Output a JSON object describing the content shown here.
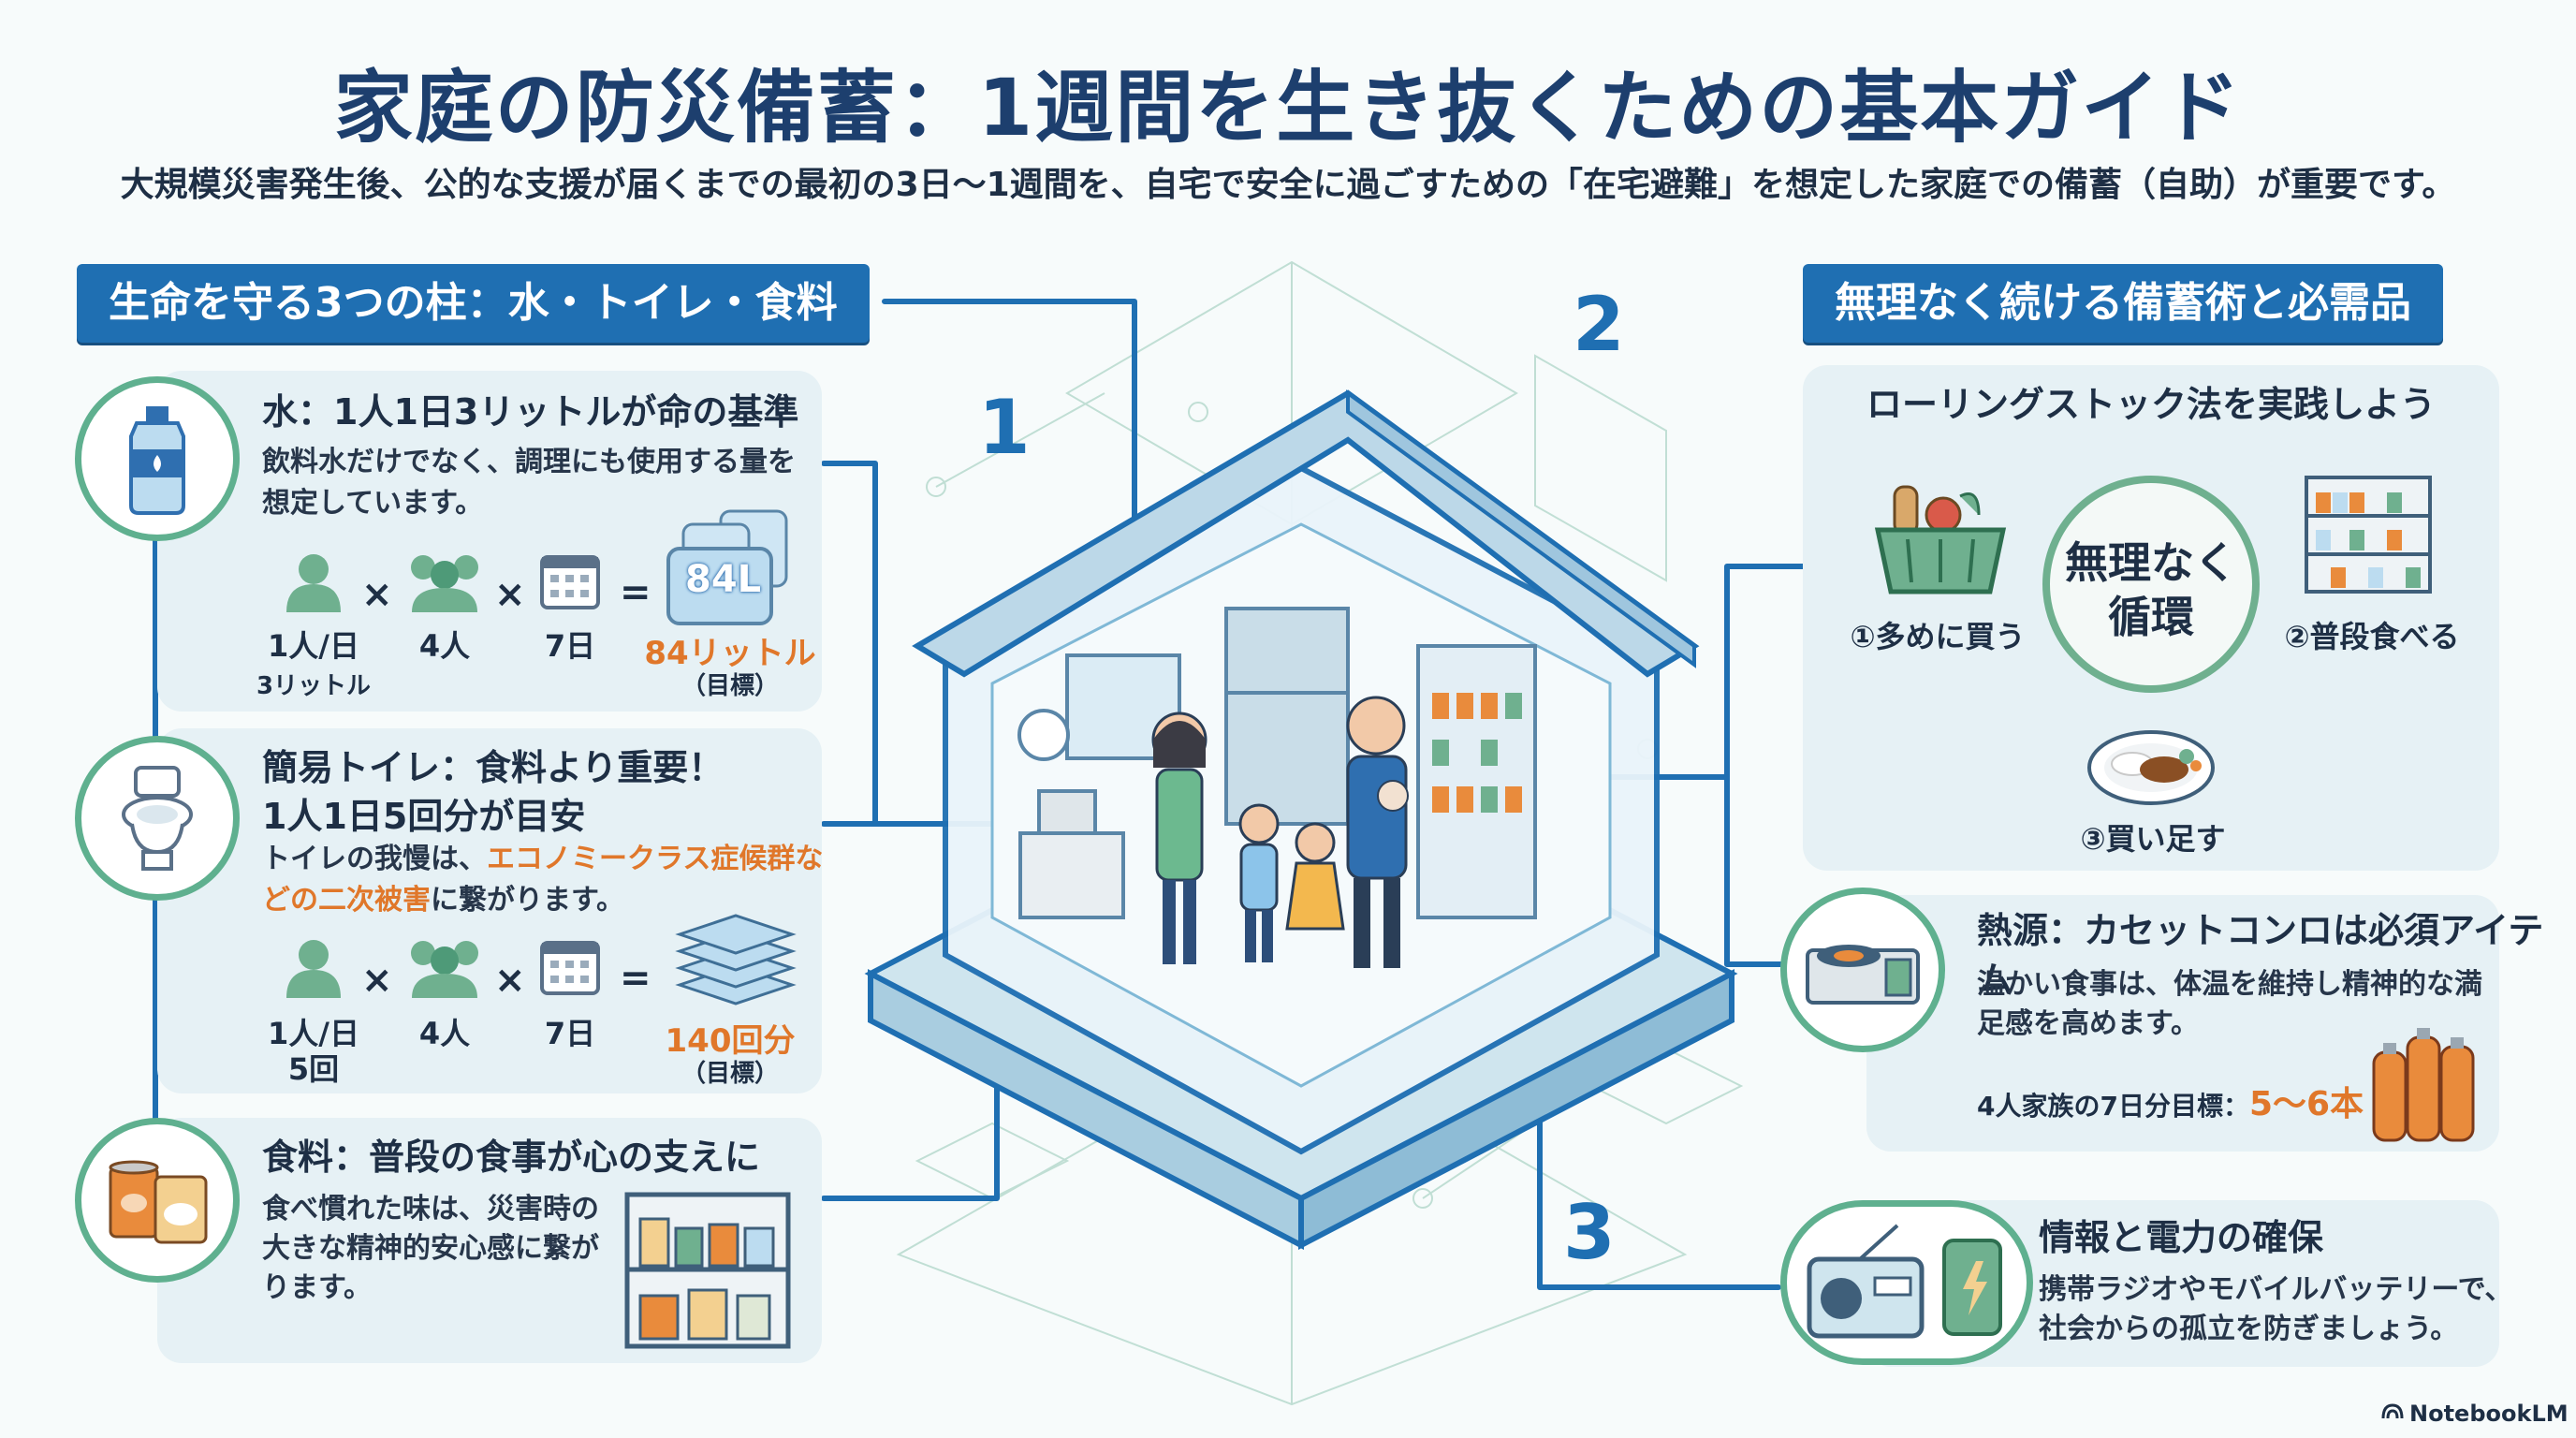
{
  "title": "家庭の防災備蓄：1週間を生き抜くための基本ガイド",
  "subtitle": "大規模災害発生後、公的な支援が届くまでの最初の3日〜1週間を、自宅で安全に過ごすための「在宅避難」を想定した家庭での備蓄（自助）が重要です。",
  "left": {
    "header": "生命を守る3つの柱：水・トイレ・食料",
    "water": {
      "title": "水：1人1日3リットルが命の基準",
      "body1": "飲料水だけでなく、調理にも使用する量を",
      "body2": "想定しています。",
      "per_label": "1人/日",
      "per_sub": "3リットル",
      "people": "4人",
      "days": "7日",
      "jug_label": "84L",
      "result": "84リットル",
      "result_note": "（目標）"
    },
    "toilet": {
      "title1": "簡易トイレ：食料より重要！",
      "title2": "1人1日5回分が目安",
      "body_a": "トイレの我慢は、",
      "body_hi1": "エコノミークラス症候群な",
      "body_hi2": "どの二次被害",
      "body_b": "に繋がります。",
      "per_label": "1人/日",
      "per_sub": "5回",
      "people": "4人",
      "days": "7日",
      "result": "140回分",
      "result_note": "（目標）"
    },
    "food": {
      "title": "食料：普段の食事が心の支えに",
      "body1": "食べ慣れた味は、災害時の",
      "body2": "大きな精神的安心感に繋が",
      "body3": "ります。"
    },
    "times": "×",
    "equals": "="
  },
  "right": {
    "header": "無理なく続ける備蓄術と必需品",
    "rolling": {
      "title": "ローリングストック法を実践しよう",
      "center1": "無理なく",
      "center2": "循環",
      "step1": "①多めに買う",
      "step2": "②普段食べる",
      "step3": "③買い足す"
    },
    "heat": {
      "title": "熱源：カセットコンロは必須アイテム",
      "body1": "温かい食事は、体温を維持し精神的な満",
      "body2": "足感を高めます。",
      "goal_label": "4人家族の7日分目標：",
      "goal_value": "5〜6本"
    },
    "info": {
      "title": "情報と電力の確保",
      "body1": "携帯ラジオやモバイルバッテリーで、",
      "body2": "社会からの孤立を防ぎましょう。"
    }
  },
  "numbers": {
    "n1": "1",
    "n2": "2",
    "n3": "3"
  },
  "brand": "NotebookLM",
  "colors": {
    "accent": "#1f6fb2",
    "green": "#5fb08f",
    "highlight": "#e0772a",
    "card": "#e6f1f5"
  }
}
